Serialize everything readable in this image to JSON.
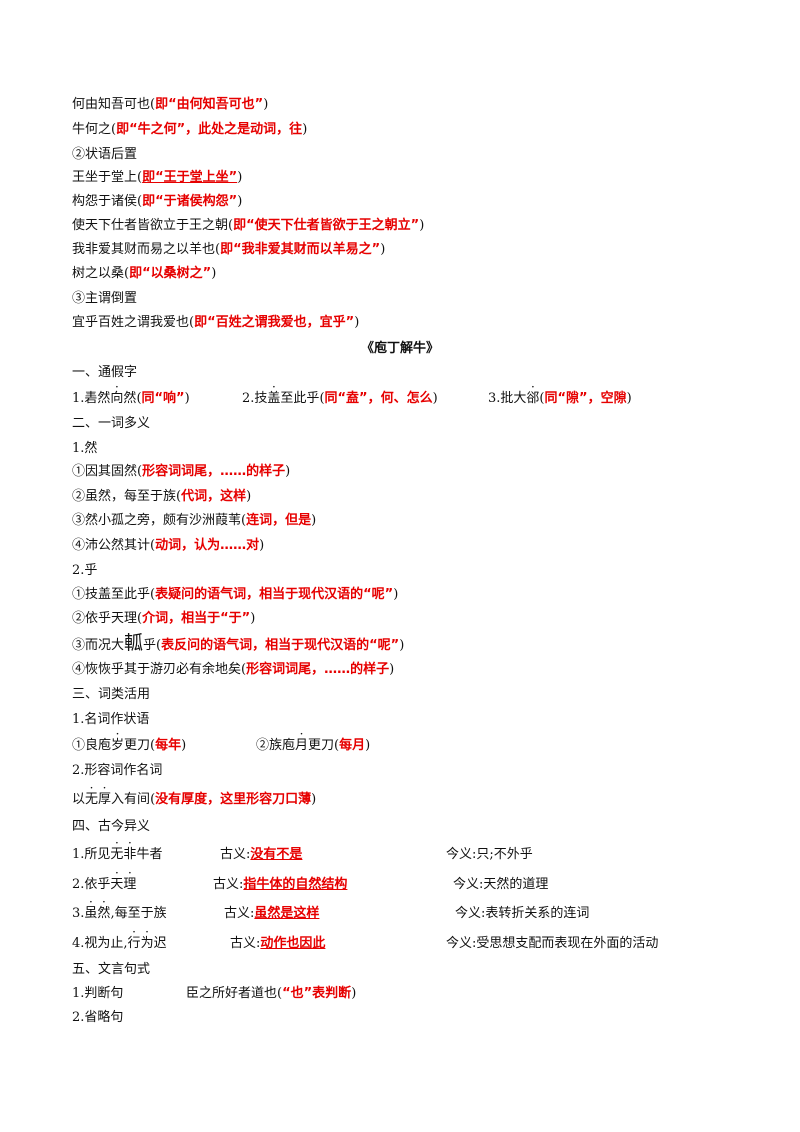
{
  "top_examples": [
    {
      "text": "何由知吾可也",
      "note": "即“由何知吾可也”"
    },
    {
      "text": "牛何之",
      "note": "即“牛之何”，此处之是动词，往"
    }
  ],
  "adverbial_postposition": {
    "heading": "②状语后置",
    "items": [
      {
        "text": "王坐于堂上",
        "note": "即“王于堂上坐”"
      },
      {
        "text": "构怨于诸侯",
        "note": "即“于诸侯构怨”"
      },
      {
        "text": "使天下仕者皆欲立于王之朝",
        "note": "即“使天下仕者皆欲于王之朝立”"
      },
      {
        "text": "我非爱其财而易之以羊也",
        "note": "即“我非爱其财而以羊易之”"
      },
      {
        "text": "树之以桑",
        "note": "即“以桑树之”"
      }
    ]
  },
  "subject_predicate_inversion": {
    "heading": "③主谓倒置",
    "items": [
      {
        "text": "宜乎百姓之谓我爱也",
        "note": "即“百姓之谓我爱也，宜乎”"
      }
    ]
  },
  "article_title": "《庖丁解牛》",
  "sec1": {
    "heading": "一、通假字",
    "items": [
      {
        "pre": "1.砉然",
        "dot": "向",
        "post": "然",
        "note": "同“响”"
      },
      {
        "pre": "2.技",
        "dot": "盖",
        "post": "至此乎",
        "note": "同“盍”，何、怎么"
      },
      {
        "pre": "3.批大",
        "dot": "郤",
        "post": "",
        "note": "同“隙”，空隙"
      }
    ]
  },
  "sec2": {
    "heading": "二、一词多义",
    "ran": {
      "label": "1.然",
      "items": [
        {
          "text": "①因其固然",
          "note": "形容词词尾，……的样子"
        },
        {
          "text": "②虽然，每至于族",
          "note": "代词，这样"
        },
        {
          "text": "③然小孤之旁，颇有沙洲葭苇",
          "note": "连词，但是"
        },
        {
          "text": "④沛公然其计",
          "note": "动词，认为……对"
        }
      ]
    },
    "hu": {
      "label": "2.乎",
      "items": [
        {
          "text": "①技盖至此乎",
          "note": "表疑问的语气词，相当于现代汉语的“呢”"
        },
        {
          "text": "②依乎天理",
          "note": "介词，相当于“于”"
        },
        {
          "text_pre": "③而况大",
          "text_big": "軱",
          "text_post": "乎",
          "note": "表反问的语气词，相当于现代汉语的“呢”"
        },
        {
          "text": "④恢恢乎其于游刃必有余地矣",
          "note": "形容词词尾，……的样子"
        }
      ]
    }
  },
  "sec3": {
    "heading": "三、词类活用",
    "noun_adverbial": {
      "label": "1.名词作状语",
      "items": [
        {
          "pre": "①良庖",
          "dot": "岁",
          "post": "更刀",
          "note": "每年"
        },
        {
          "pre": "②族庖",
          "dot": "月",
          "post": "更刀",
          "note": "每月"
        }
      ]
    },
    "adj_noun": {
      "label": "2.形容词作名词",
      "pre": "以",
      "dot1": "无",
      "dot2": "厚",
      "post": "入有间",
      "note": "没有厚度，这里形容刀口薄"
    }
  },
  "sec4": {
    "heading": "四、古今异义",
    "rows": [
      {
        "pre": "1.所见",
        "dots": [
          "无",
          "非"
        ],
        "post": "牛者",
        "gu_label": "古义:",
        "gu": "没有不是",
        "jin_label": "今义:",
        "jin": "只;不外乎"
      },
      {
        "pre": "2.依乎",
        "dots": [
          "天",
          "理"
        ],
        "post": "",
        "gu_label": "古义:",
        "gu": "指牛体的自然结构",
        "jin_label": "今义:",
        "jin": "天然的道理"
      },
      {
        "pre": "3.",
        "dots": [
          "虽",
          "然"
        ],
        "post": ",每至于族",
        "gu_label": "古义:",
        "gu": "虽然是这样",
        "jin_label": "今义:",
        "jin": "表转折关系的连词"
      },
      {
        "pre": "4.视为止,",
        "dots": [
          "行",
          "为"
        ],
        "post": "迟",
        "gu_label": "古义:",
        "gu": "动作也因此",
        "jin_label": "今义:",
        "jin": "受思想支配而表现在外面的活动"
      }
    ]
  },
  "sec5": {
    "heading": "五、文言句式",
    "judgment": {
      "label": "1.判断句",
      "text": "臣之所好者道也",
      "note": "“也”表判断"
    },
    "ellipsis": {
      "label": "2.省略句"
    }
  }
}
